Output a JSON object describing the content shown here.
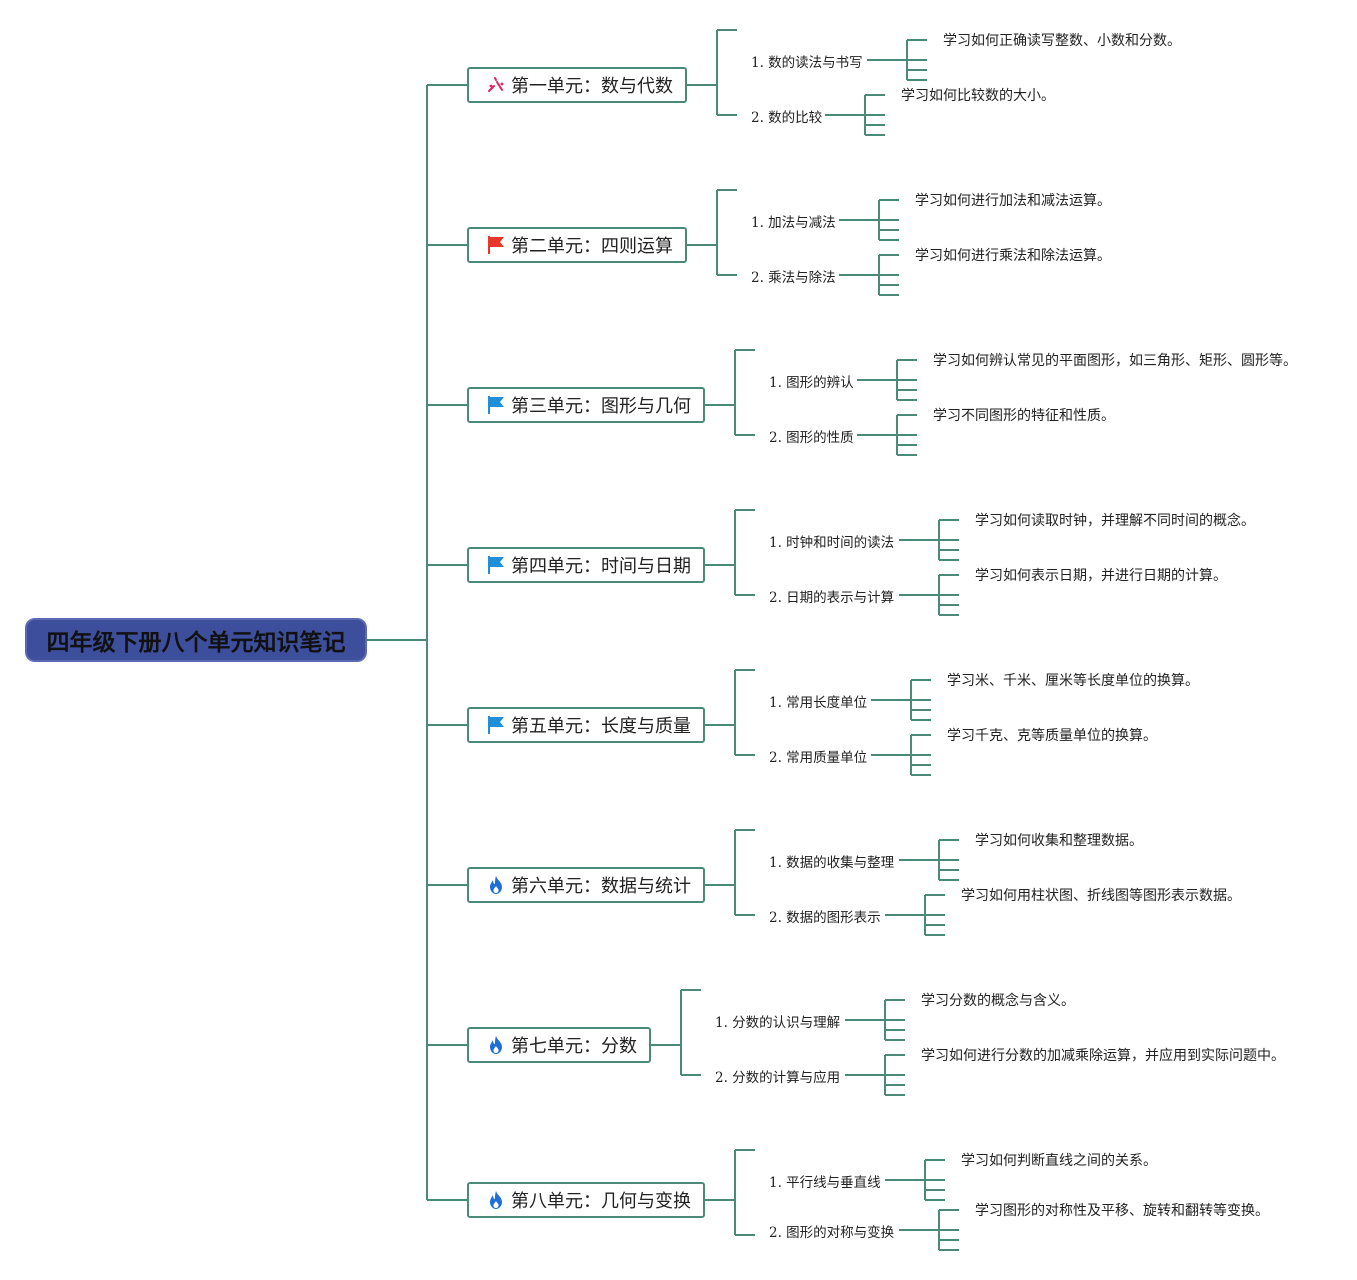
{
  "title": "四年级下册八个单元知识笔记",
  "colors": {
    "root": "#3d4f9c",
    "line": "#4a8a78",
    "flag_red": "#e8362b",
    "flag_blue": "#1f8fd8",
    "fire": "#1f6fd8",
    "sparkle": "#e0245e"
  },
  "units": [
    {
      "label": "第一单元：数与代数",
      "icon": "sparkle-icon",
      "subs": [
        {
          "label": "1. 数的读法与书写",
          "desc": "学习如何正确读写整数、小数和分数。"
        },
        {
          "label": "2. 数的比较",
          "desc": "学习如何比较数的大小。"
        }
      ]
    },
    {
      "label": "第二单元：四则运算",
      "icon": "red-flag-icon",
      "subs": [
        {
          "label": "1. 加法与减法",
          "desc": "学习如何进行加法和减法运算。"
        },
        {
          "label": "2. 乘法与除法",
          "desc": "学习如何进行乘法和除法运算。"
        }
      ]
    },
    {
      "label": "第三单元：图形与几何",
      "icon": "blue-flag-icon",
      "subs": [
        {
          "label": "1. 图形的辨认",
          "desc": "学习如何辨认常见的平面图形，如三角形、矩形、圆形等。"
        },
        {
          "label": "2. 图形的性质",
          "desc": "学习不同图形的特征和性质。"
        }
      ]
    },
    {
      "label": "第四单元：时间与日期",
      "icon": "blue-flag-icon",
      "subs": [
        {
          "label": "1. 时钟和时间的读法",
          "desc": "学习如何读取时钟，并理解不同时间的概念。"
        },
        {
          "label": "2. 日期的表示与计算",
          "desc": "学习如何表示日期，并进行日期的计算。"
        }
      ]
    },
    {
      "label": "第五单元：长度与质量",
      "icon": "blue-flag-icon",
      "subs": [
        {
          "label": "1. 常用长度单位",
          "desc": "学习米、千米、厘米等长度单位的换算。"
        },
        {
          "label": "2. 常用质量单位",
          "desc": "学习千克、克等质量单位的换算。"
        }
      ]
    },
    {
      "label": "第六单元：数据与统计",
      "icon": "fire-icon",
      "subs": [
        {
          "label": "1. 数据的收集与整理",
          "desc": "学习如何收集和整理数据。"
        },
        {
          "label": "2. 数据的图形表示",
          "desc": "学习如何用柱状图、折线图等图形表示数据。"
        }
      ]
    },
    {
      "label": "第七单元：分数",
      "icon": "fire-icon",
      "subs": [
        {
          "label": "1. 分数的认识与理解",
          "desc": "学习分数的概念与含义。"
        },
        {
          "label": "2. 分数的计算与应用",
          "desc": "学习如何进行分数的加减乘除运算，并应用到实际问题中。"
        }
      ]
    },
    {
      "label": "第八单元：几何与变换",
      "icon": "fire-icon",
      "subs": [
        {
          "label": "1. 平行线与垂直线",
          "desc": "学习如何判断直线之间的关系。"
        },
        {
          "label": "2. 图形的对称与变换",
          "desc": "学习图形的对称性及平移、旋转和翻转等变换。"
        }
      ]
    }
  ]
}
